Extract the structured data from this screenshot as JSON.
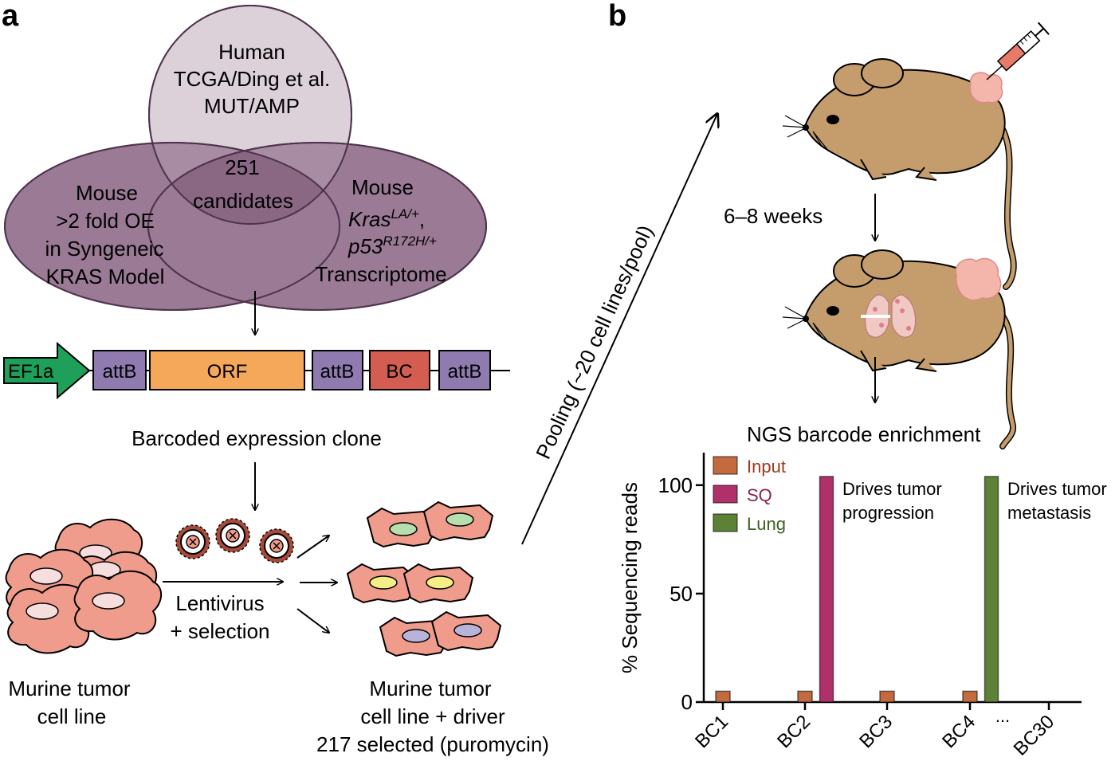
{
  "panels": {
    "a": "a",
    "b": "b"
  },
  "venn": {
    "top": [
      "Human",
      "TCGA/Ding et al.",
      "MUT/AMP"
    ],
    "left": [
      "Mouse",
      ">2 fold OE",
      "in Syngeneic",
      "KRAS Model"
    ],
    "center": [
      "251",
      "candidates"
    ],
    "right_line1": "Mouse",
    "right_kras": "Kras",
    "right_kras_sup": "LA/+",
    "right_kras_comma": ",",
    "right_p53": "p53",
    "right_p53_sup": "R172H/+",
    "right_line4": "Transcriptome"
  },
  "construct": {
    "promoter": "EF1a",
    "segments": [
      "attB",
      "ORF",
      "attB",
      "BC",
      "attB"
    ],
    "caption": "Barcoded expression clone"
  },
  "workflow": {
    "lentivirus": "Lentivirus",
    "selection": "+ selection",
    "left_caption": [
      "Murine tumor",
      "cell line"
    ],
    "right_caption": [
      "Murine tumor",
      "cell line + driver",
      "217 selected (puromycin)"
    ],
    "pooling": "Pooling (~20 cell lines/pool)"
  },
  "mouse": {
    "weeks": "6–8 weeks",
    "ngs": "NGS barcode enrichment"
  },
  "colors": {
    "venn_top": "#dcd0d9",
    "venn_sides": "#9b7a96",
    "venn_overlap": "#8a6884",
    "promoter": "#1fa05a",
    "attb": "#8f7bb0",
    "orf": "#f6a85a",
    "bc": "#d25d50",
    "cell": "#ef9c8c",
    "mouse": "#c59d6d",
    "input": "#b5542c",
    "sq": "#b0306a",
    "lung": "#5d8236"
  },
  "chart_data": {
    "type": "bar",
    "ylabel": "% Sequencing reads",
    "xlabel": "",
    "ylim": [
      0,
      115
    ],
    "yticks": [
      0,
      50,
      100
    ],
    "categories": [
      "BC1",
      "BC2",
      "BC3",
      "BC4",
      "BC30"
    ],
    "ellipsis": "...",
    "legend_position": "top-left",
    "series": [
      {
        "name": "Input",
        "values": [
          5,
          5,
          5,
          5,
          0
        ]
      },
      {
        "name": "SQ",
        "values": [
          0,
          104,
          0,
          0,
          0
        ]
      },
      {
        "name": "Lung",
        "values": [
          0,
          0,
          0,
          104,
          0
        ]
      }
    ],
    "annotations": [
      {
        "category": "BC2",
        "lines": [
          "Drives tumor",
          "progression"
        ]
      },
      {
        "category": "BC4",
        "lines": [
          "Drives tumor",
          "metastasis"
        ]
      }
    ]
  }
}
